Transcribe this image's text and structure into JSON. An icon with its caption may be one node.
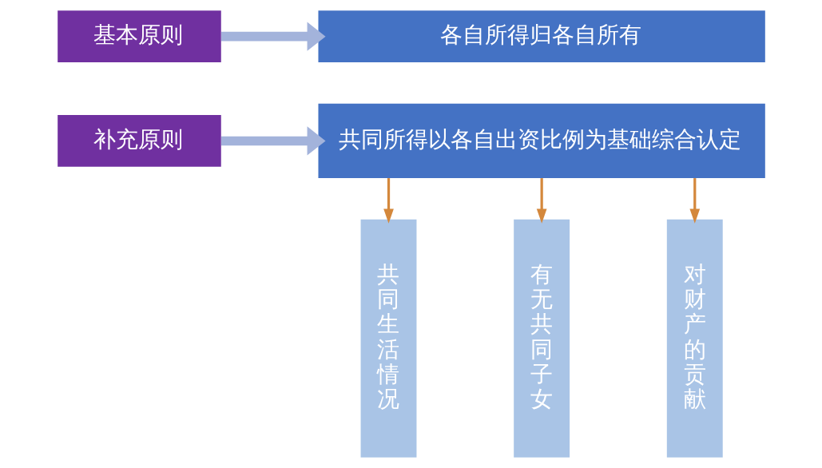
{
  "diagram": {
    "nodes": [
      {
        "text": [
          "基本原则"
        ]
      },
      {
        "text": [
          "各自所得归各自所有"
        ]
      },
      {
        "text": [
          "补充原则"
        ]
      },
      {
        "text": [
          "共同所得以各自出资比例为基础综合认定"
        ]
      },
      {
        "text": [
          "共同生活情况"
        ]
      },
      {
        "text": [
          "有无共同子女"
        ]
      },
      {
        "text": [
          "对财产的贡献"
        ]
      }
    ],
    "edges": [
      {
        "from": 0,
        "to": 1,
        "arrow": "to",
        "style": "thick",
        "color": "#a3b3db"
      },
      {
        "from": 2,
        "to": 3,
        "arrow": "to",
        "style": "thick",
        "color": "#a3b3db"
      },
      {
        "from": 3,
        "to": 4,
        "arrow": "to"
      },
      {
        "from": 3,
        "to": 5,
        "arrow": "to"
      },
      {
        "from": 3,
        "to": 6,
        "arrow": "to"
      }
    ]
  }
}
